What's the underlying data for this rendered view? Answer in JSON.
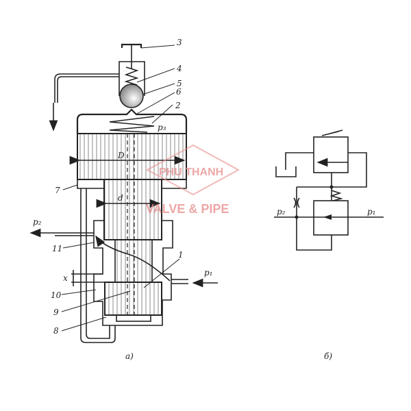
{
  "figure_a": {
    "caption": "a)",
    "labels": {
      "n1": "1",
      "n2": "2",
      "n3": "3",
      "n4": "4",
      "n5": "5",
      "n6": "6",
      "n7": "7",
      "n8": "8",
      "n9": "9",
      "n10": "10",
      "n11": "11",
      "D": "D",
      "d": "d",
      "x": "x",
      "p1": "p₁",
      "p2": "p₂",
      "p3": "p₃"
    }
  },
  "figure_b": {
    "caption": "б)",
    "labels": {
      "p1": "p₁",
      "p2": "p₂"
    }
  },
  "watermark": {
    "line1": "PHU THANH",
    "line2": "VALVE & PIPE",
    "color": "#e88a8a"
  }
}
